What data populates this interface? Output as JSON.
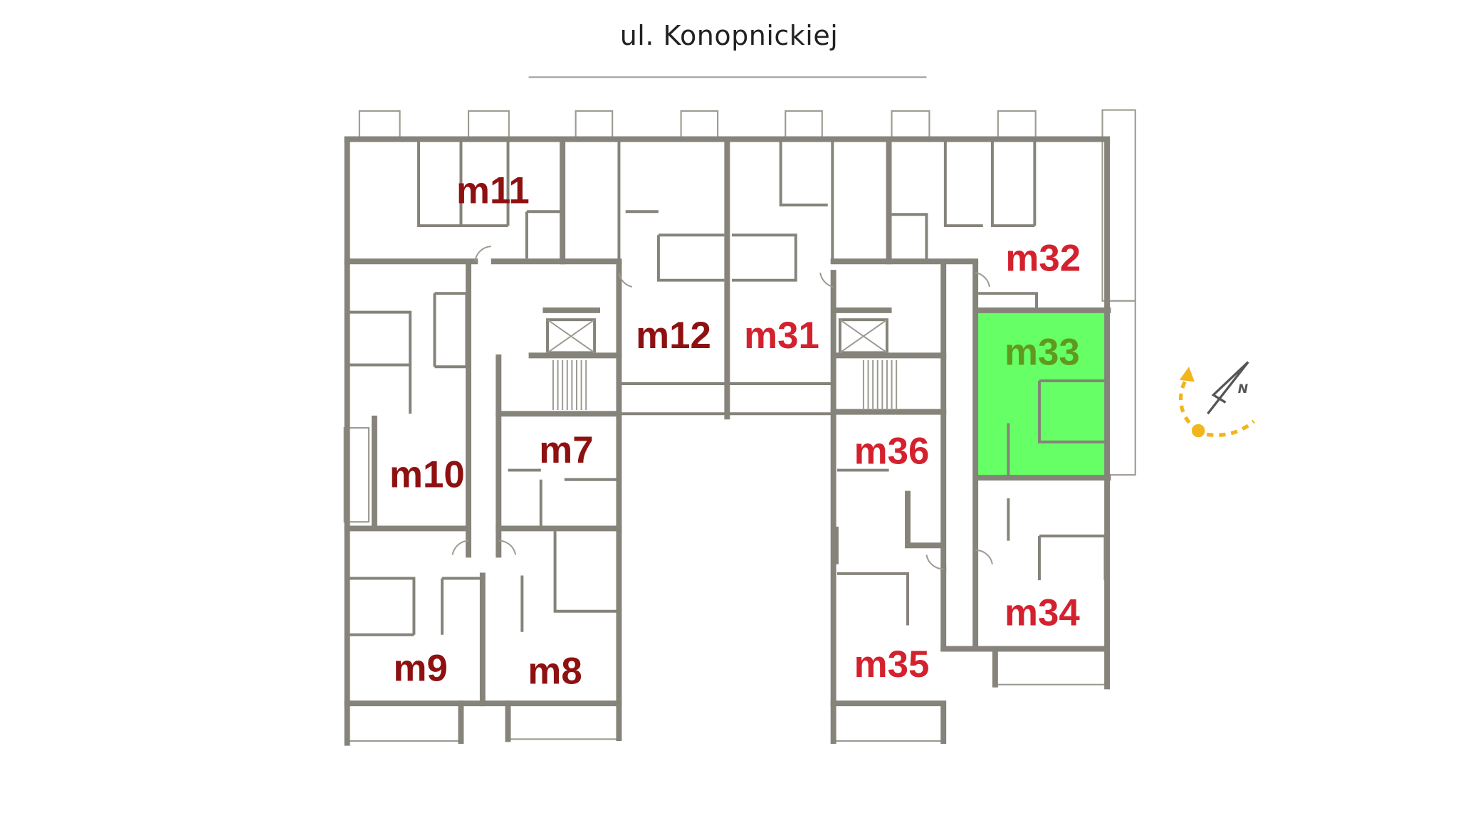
{
  "street": "ul. Konopnickiej",
  "colors": {
    "wall": "#85837a",
    "label_dark": "#8e1111",
    "label_light": "#d3222e",
    "selected_fill": "#66ff66",
    "selected_label": "#5f9a1e",
    "compass_accent": "#f2b51c"
  },
  "selected_unit": "m33",
  "units": {
    "m11": "m11",
    "m12": "m12",
    "m31": "m31",
    "m32": "m32",
    "m33": "m33",
    "m10": "m10",
    "m7": "m7",
    "m36": "m36",
    "m9": "m9",
    "m8": "m8",
    "m35": "m35",
    "m34": "m34"
  },
  "compass": {
    "north_label": "N"
  }
}
